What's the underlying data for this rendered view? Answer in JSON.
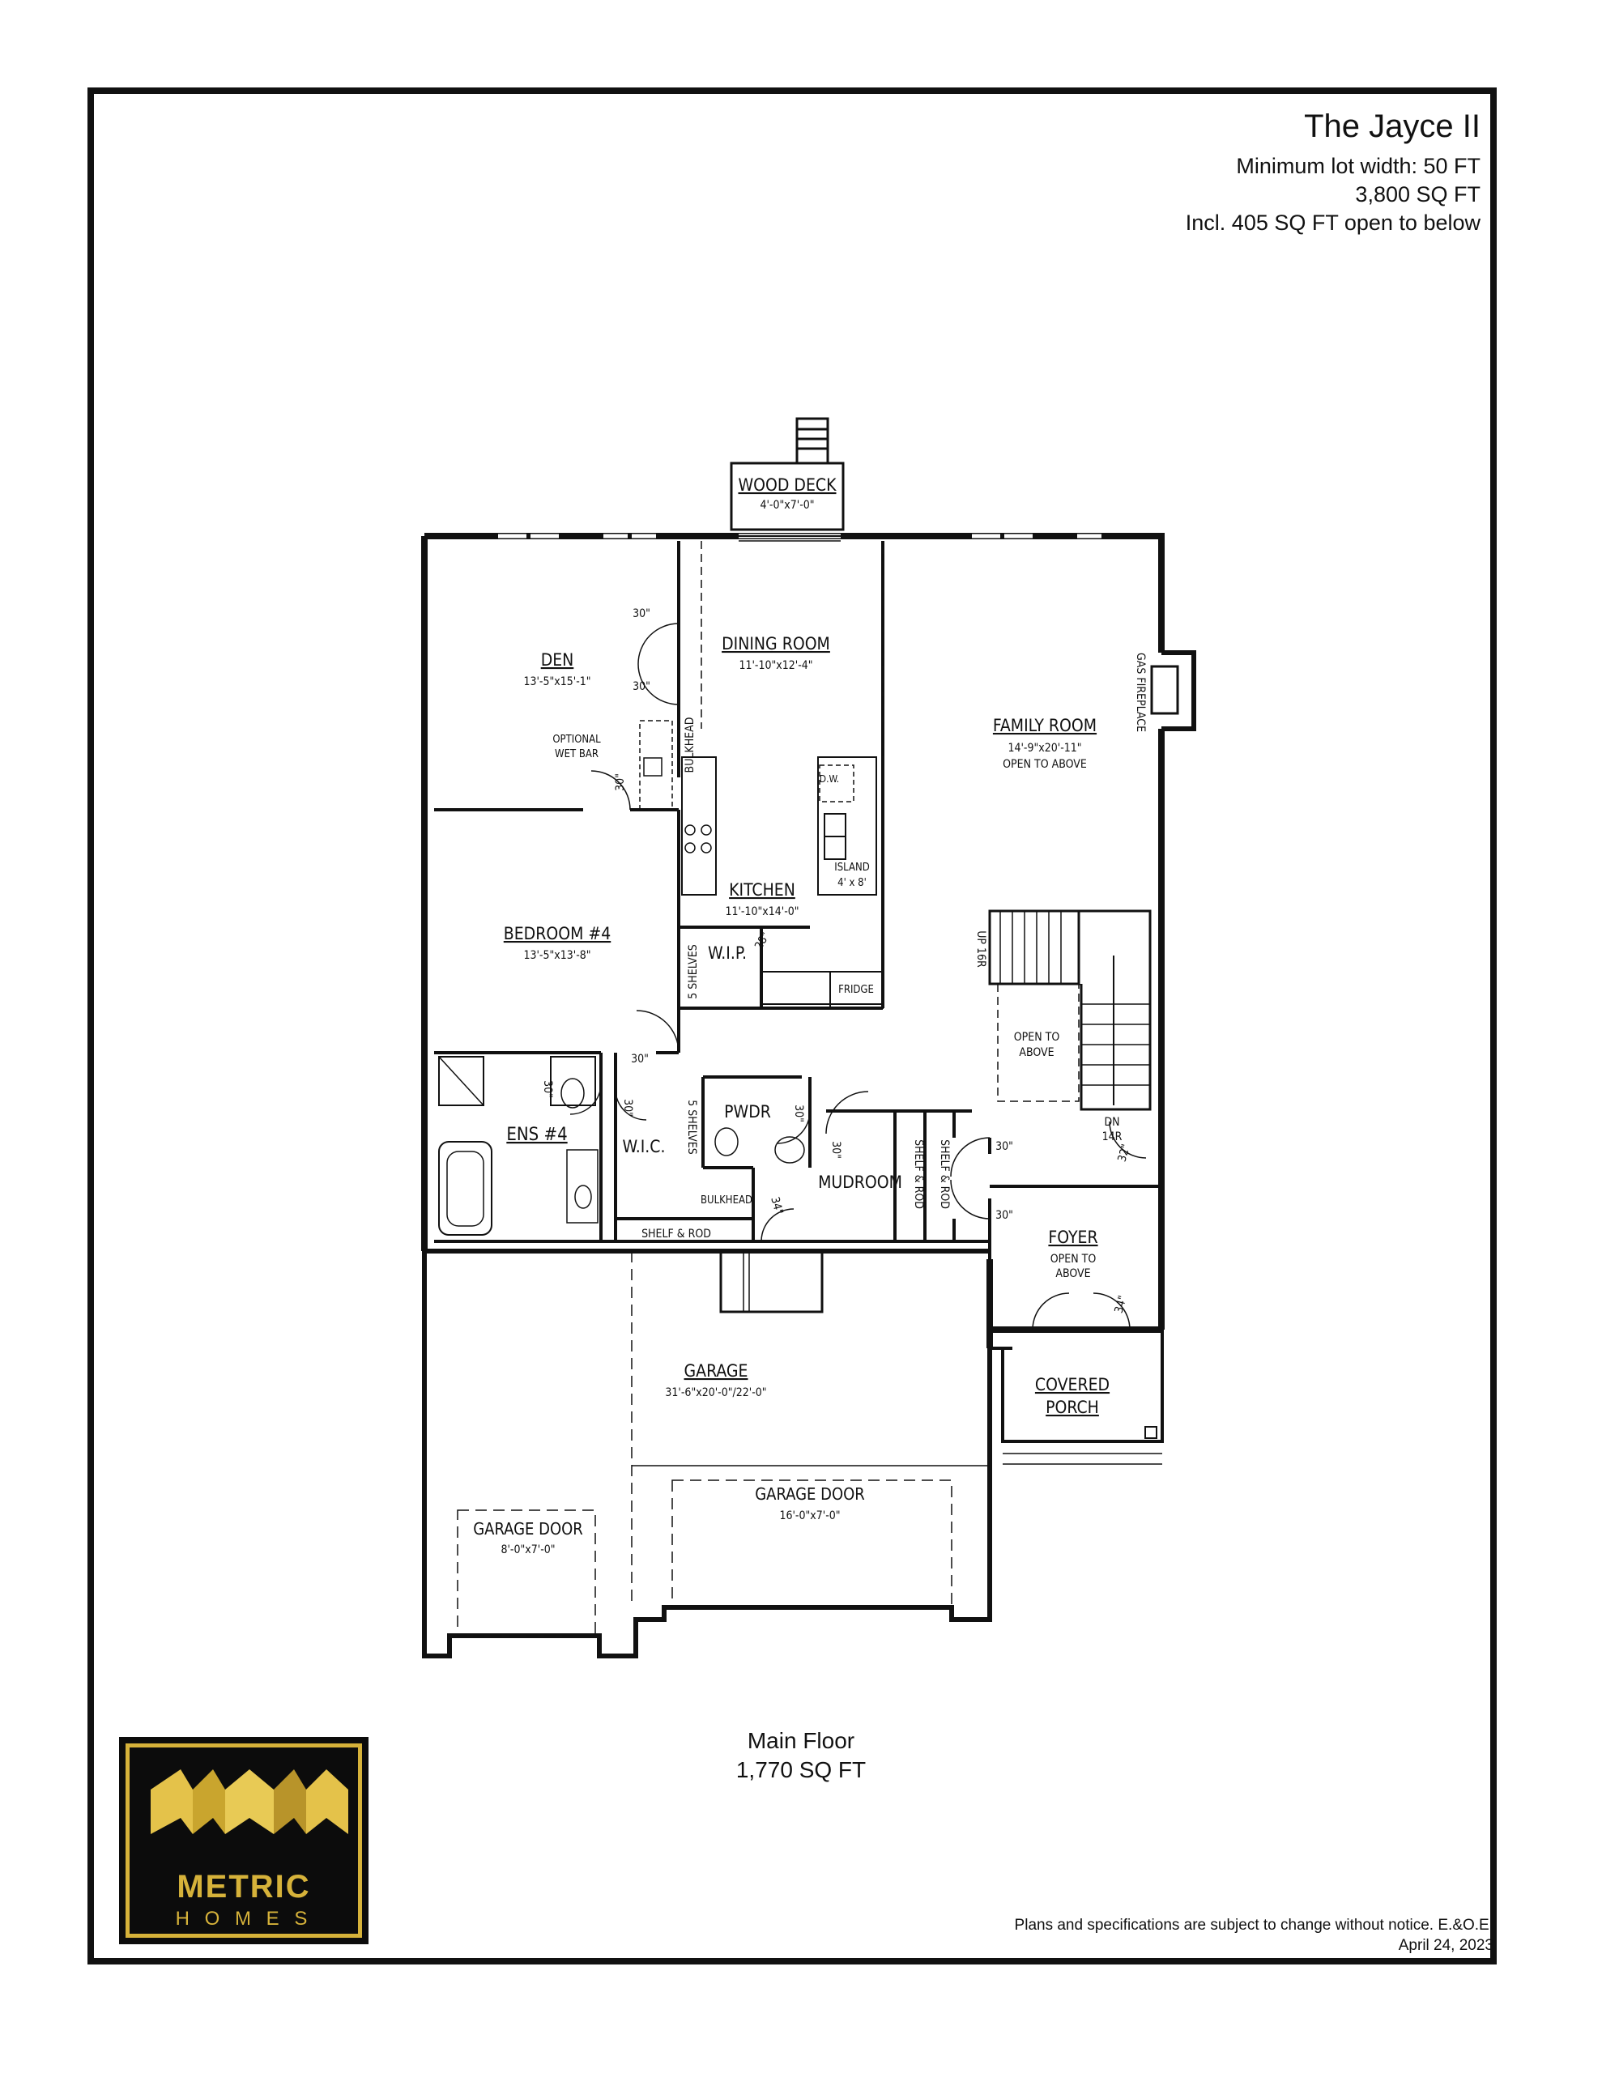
{
  "header": {
    "title": "The Jayce II",
    "lot_width": "Minimum lot width: 50 FT",
    "total_sqft": "3,800 SQ FT",
    "open_below": "Incl. 405 SQ FT open to below"
  },
  "rooms": {
    "wood_deck": {
      "name": "WOOD DECK",
      "dim": "4'-0\"x7'-0\""
    },
    "dining": {
      "name": "DINING ROOM",
      "dim": "11'-10\"x12'-4\""
    },
    "den": {
      "name": "DEN",
      "dim": "13'-5\"x15'-1\""
    },
    "family": {
      "name": "FAMILY ROOM",
      "dim": "14'-9\"x20'-11\"",
      "note": "OPEN TO ABOVE"
    },
    "kitchen": {
      "name": "KITCHEN",
      "dim": "11'-10\"x14'-0\""
    },
    "bedroom4": {
      "name": "BEDROOM #4",
      "dim": "13'-5\"x13'-8\""
    },
    "wip": {
      "name": "W.I.P."
    },
    "pwdr": {
      "name": "PWDR"
    },
    "wic": {
      "name": "W.I.C."
    },
    "ens4": {
      "name": "ENS #4"
    },
    "mudroom": {
      "name": "MUDROOM"
    },
    "foyer": {
      "name": "FOYER",
      "note1": "OPEN TO",
      "note2": "ABOVE"
    },
    "garage": {
      "name": "GARAGE",
      "dim": "31'-6\"x20'-0\"/22'-0\""
    },
    "porch": {
      "name1": "COVERED",
      "name2": "PORCH"
    },
    "garage_door_large": {
      "name": "GARAGE DOOR",
      "dim": "16'-0\"x7'-0\""
    },
    "garage_door_small": {
      "name": "GARAGE DOOR",
      "dim": "8'-0\"x7'-0\""
    }
  },
  "notes": {
    "bulkhead": "BULKHEAD",
    "bulkhead2": "BULKHEAD",
    "wet_bar1": "OPTIONAL",
    "wet_bar2": "WET BAR",
    "gas_fireplace": "GAS FIREPLACE",
    "dw": "D.W.",
    "island1": "ISLAND",
    "island2": "4' x 8'",
    "fridge": "FRIDGE",
    "shelves_wip": "5 SHELVES",
    "shelves_wic": "5 SHELVES",
    "shelf_rod_1": "SHELF & ROD",
    "shelf_rod_2": "SHELF & ROD",
    "shelf_rod_wic": "SHELF & ROD",
    "up_stairs": "UP 16R",
    "dn_stairs1": "DN",
    "dn_stairs2": "14R",
    "open_above1": "OPEN TO",
    "open_above2": "ABOVE",
    "door30": "30\"",
    "door32": "32\"",
    "door34": "34\"",
    "door28": "28\""
  },
  "footer": {
    "floor_name": "Main Floor",
    "floor_sqft": "1,770 SQ FT",
    "disclaimer": "Plans and specifications are subject to change without notice. E.&O.E.",
    "date": "April 24, 2023"
  },
  "logo": {
    "word1": "METRIC",
    "word2": "H O M E S"
  },
  "colors": {
    "ink": "#111111",
    "gold": "#d6b23a",
    "logo_bg": "#0c0c0c"
  }
}
